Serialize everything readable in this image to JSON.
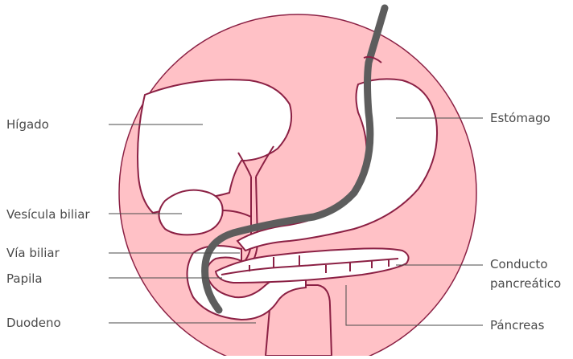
{
  "labels": {
    "higado": "Hígado",
    "vesicula": "Vesícula biliar",
    "via_biliar": "Vía biliar",
    "papila": "Papila",
    "duodeno": "Duodeno",
    "estomago": "Estómago",
    "conducto_l1": "Conducto",
    "conducto_l2": "pancreático",
    "pancreas": "Páncreas"
  },
  "colors": {
    "background_circle": "#ffc1c6",
    "outline": "#8b2044",
    "organ_fill": "#ffffff",
    "endoscope": "#5d5d5d",
    "leader_line": "#4a4a4a"
  }
}
